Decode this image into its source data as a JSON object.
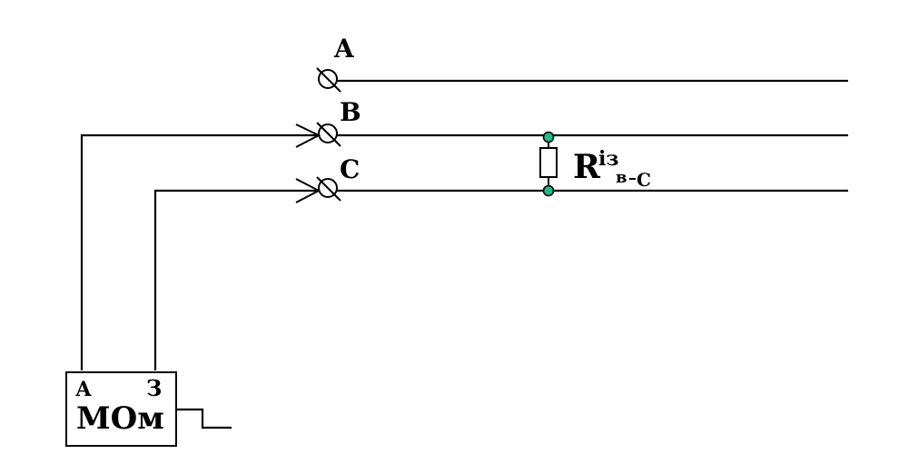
{
  "phase_labels": {
    "a": "A",
    "b": "B",
    "c": "C"
  },
  "resistor": {
    "symbol": "R",
    "superscript": "із",
    "subscript_left": "в",
    "subscript_right": "C"
  },
  "meter": {
    "name": "МОм",
    "terminal_left": "А",
    "terminal_right": "З"
  },
  "colors": {
    "node_fill": "#1abc8c",
    "wire": "#000000"
  }
}
